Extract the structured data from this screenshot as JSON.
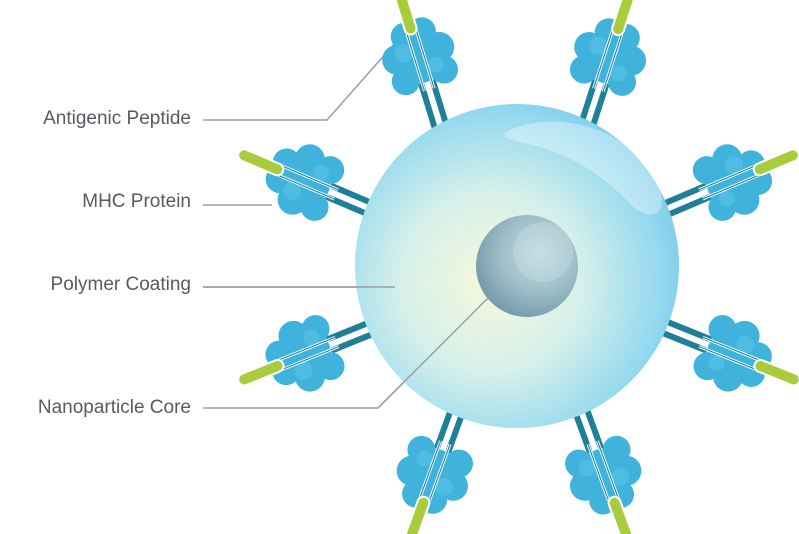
{
  "labels": {
    "antigenic_peptide": "Antigenic Peptide",
    "mhc_protein": "MHC Protein",
    "polymer_coating": "Polymer Coating",
    "nanoparticle_core": "Nanoparticle Core"
  },
  "colors": {
    "coating_edge": "#7fd0ec",
    "coating_center": "#f3f7dc",
    "core": "#8fb3c0",
    "mhc_blue": "#3fb3dc",
    "stalk_teal": "#1f7f96",
    "peptide_green": "#a8cc3c",
    "leader_line": "#9a9ea2",
    "label_text": "#555b60"
  },
  "complexes": [
    {
      "name": "complex-top-left"
    },
    {
      "name": "complex-top-right"
    },
    {
      "name": "complex-upper-left"
    },
    {
      "name": "complex-upper-right"
    },
    {
      "name": "complex-lower-left"
    },
    {
      "name": "complex-lower-right"
    },
    {
      "name": "complex-bottom-left"
    },
    {
      "name": "complex-bottom-right"
    }
  ]
}
